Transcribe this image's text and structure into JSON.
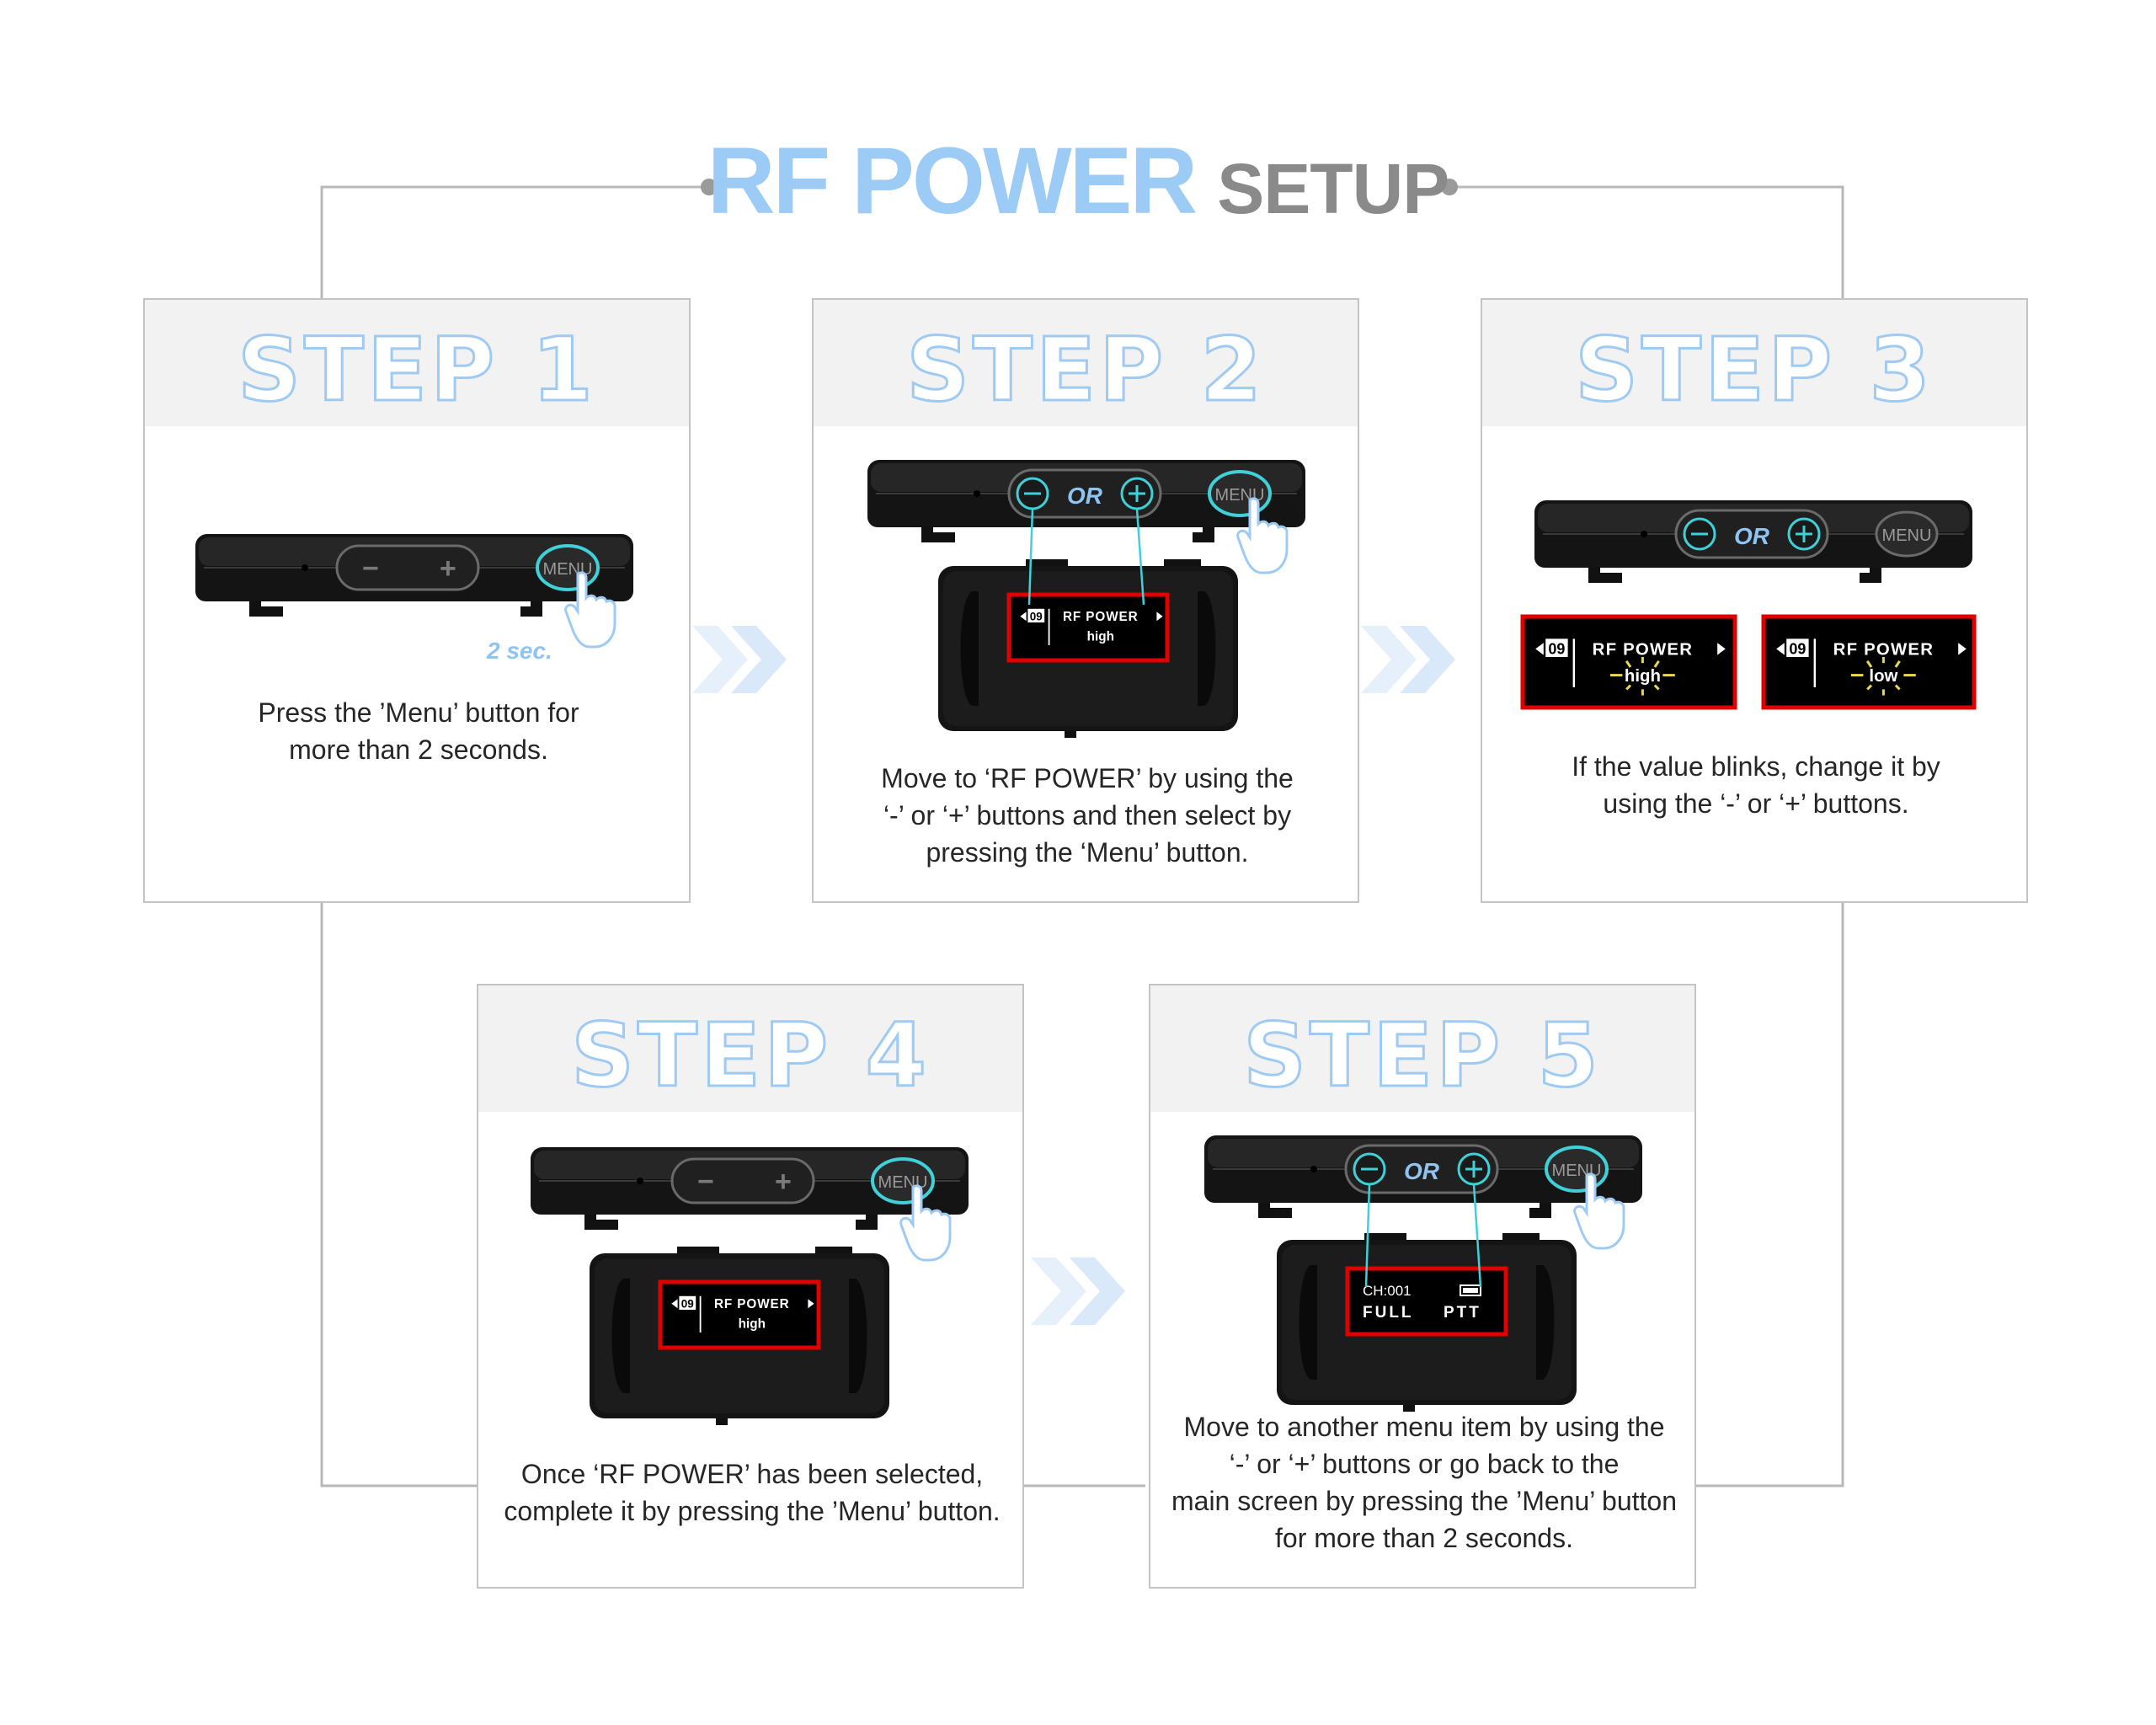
{
  "title": {
    "main": "RF POWER",
    "sub": "SETUP"
  },
  "colors": {
    "title_blue": "#9ccbf5",
    "title_gray": "#8a8a8a",
    "highlight": "#e00000",
    "button_ring": "#3fd0d8",
    "accent_text": "#8fc4f2"
  },
  "device": {
    "menu_label": "MENU",
    "minus": "−",
    "plus": "+",
    "or_label": "OR",
    "hold_time": "2 sec."
  },
  "screen": {
    "index": "09",
    "item": "RF POWER",
    "value_high": "high",
    "value_low": "low",
    "main_ch": "CH:001",
    "main_full": "FULL",
    "main_ptt": "PTT"
  },
  "steps": [
    {
      "title": "STEP 1",
      "text": "Press the ’Menu’ button for\nmore than 2 seconds."
    },
    {
      "title": "STEP 2",
      "text": "Move to ‘RF POWER’ by using the\n‘-’ or ‘+’ buttons and then select by\npressing the ‘Menu’ button."
    },
    {
      "title": "STEP 3",
      "text": "If the value blinks, change it by\nusing the ‘-’ or ‘+’ buttons."
    },
    {
      "title": "STEP 4",
      "text": "Once ‘RF POWER’ has been selected,\ncomplete it by pressing the ’Menu’ button."
    },
    {
      "title": "STEP 5",
      "text": "Move to another menu item by using the\n‘-’ or ‘+’ buttons or go back to the\nmain screen by pressing the ’Menu’ button\nfor more than 2 seconds."
    }
  ]
}
